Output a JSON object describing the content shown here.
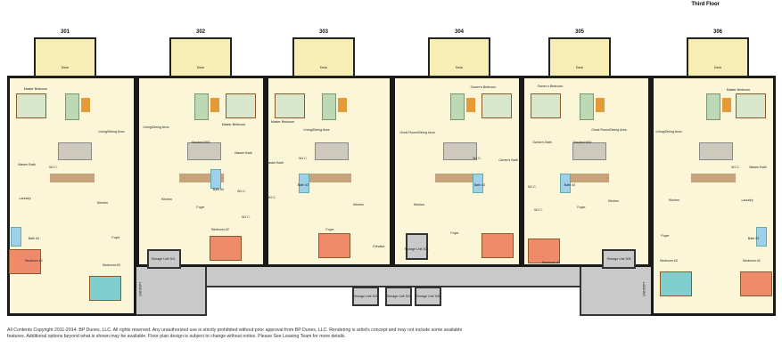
{
  "title": "Third Floor",
  "units": [
    {
      "number": "301",
      "deck": "Deck",
      "rooms": [
        "Master Bedroom",
        "Living/Dining Area",
        "Master Bath",
        "W.I.C.",
        "Laundry",
        "Kitchen",
        "Bath #2",
        "Foyer",
        "Bedroom #2",
        "Bedroom #3"
      ]
    },
    {
      "number": "302",
      "deck": "Deck",
      "rooms": [
        "Living/Dining Area",
        "Stacked W/D",
        "Master Bedroom",
        "Master Bath",
        "Bath #2",
        "W.I.C.",
        "Kitchen",
        "Foyer",
        "W.I.C.",
        "Bedroom #2"
      ]
    },
    {
      "number": "303",
      "deck": "Deck",
      "rooms": [
        "Master Bedroom",
        "Living/Dining Area",
        "Master Bath",
        "W.I.C.",
        "Bath #2",
        "W.I.C.",
        "Kitchen",
        "Foyer"
      ]
    },
    {
      "number": "304",
      "deck": "Deck",
      "rooms": [
        "Great Room/Dining Area",
        "Owner's Bedroom",
        "W.I.C.",
        "Owner's Bath",
        "Bath #2",
        "Kitchen",
        "Foyer"
      ]
    },
    {
      "number": "305",
      "deck": "Deck",
      "rooms": [
        "Owner's Bedroom",
        "Owner's Bath",
        "Stacked W/D",
        "Great Room/Dining Area",
        "Bath #2",
        "W.I.C.",
        "W.I.C.",
        "Foyer",
        "Kitchen",
        "Bedroom #2"
      ]
    },
    {
      "number": "306",
      "deck": "Deck",
      "rooms": [
        "Living/Dining Area",
        "Master Bedroom",
        "W.I.C.",
        "Master Bath",
        "Laundry",
        "Kitchen",
        "Bath #2",
        "Foyer",
        "Bedroom #3",
        "Bedroom #2"
      ]
    }
  ],
  "common": {
    "elevator": "Elevator",
    "storage": [
      "Storage Unit 301",
      "Storage Unit 304",
      "Storage Unit 302",
      "Storage Unit 303",
      "Storage Unit 305",
      "Storage Unit 306"
    ],
    "landing": "LANDING"
  },
  "colors": {
    "floor": "#fbf6d8",
    "walls": "#1a1a1a",
    "corridor": "#c9c9c9",
    "deck": "#f6eeb4"
  },
  "footer": "All Contents Copyright 2011-2014. BP Dunes, LLC. All rights reserved. Any unauthorized use is strictly prohibited without prior approval from BP Dunes, LLC. Rendering is artist's concept and may not include some available features. Additional options beyond what is shown may be available. Floor plan design is subject to change without notice. Please See Leasing Team for more details."
}
